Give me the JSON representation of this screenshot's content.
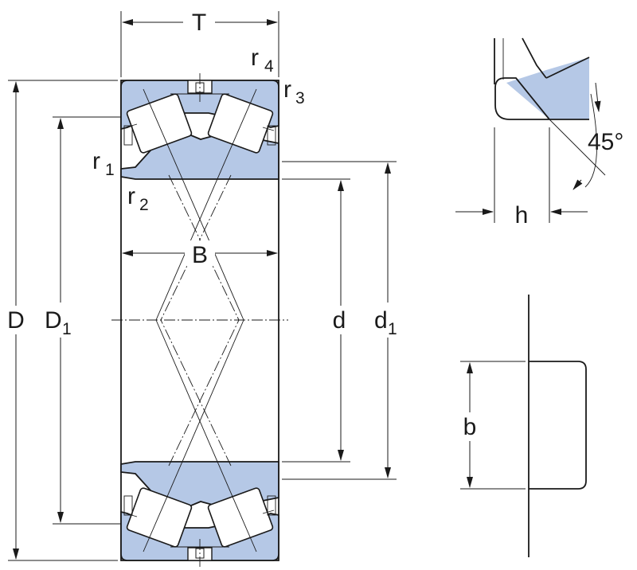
{
  "labels": {
    "T": "T",
    "B": "B",
    "D": "D",
    "D1": "D",
    "D1_sub": "1",
    "d": "d",
    "d1": "d",
    "d1_sub": "1",
    "r1": "r",
    "r1_sub": "1",
    "r2": "r",
    "r2_sub": "2",
    "r3": "r",
    "r3_sub": "3",
    "r4": "r",
    "r4_sub": "4",
    "h": "h",
    "b": "b",
    "angle": "45°"
  },
  "colors": {
    "ring_fill": "#b5c8e6",
    "line": "#1a1a1a",
    "background": "#ffffff"
  }
}
